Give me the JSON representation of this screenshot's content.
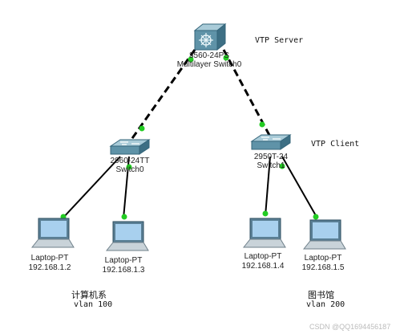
{
  "colors": {
    "link": "#000000",
    "port_up": "#22cc22",
    "switch_top": "#8fb8c8",
    "switch_side": "#4a7f95",
    "laptop_screen": "#9ec6e8",
    "laptop_frame": "#5a7f95"
  },
  "devices": {
    "multilayer": {
      "model": "3560-24PS",
      "name": "Multilayer Switch0",
      "icon": "multilayer-switch-icon"
    },
    "switch0": {
      "model": "2960-24TT",
      "name": "Switch0",
      "icon": "switch-icon"
    },
    "switch1": {
      "model": "2950T-24",
      "name": "Switch1",
      "icon": "switch-icon"
    },
    "laptop0": {
      "type": "Laptop-PT",
      "ip": "192.168.1.2",
      "icon": "laptop-icon"
    },
    "laptop1": {
      "type": "Laptop-PT",
      "ip": "192.168.1.3",
      "icon": "laptop-icon"
    },
    "laptop2": {
      "type": "Laptop-PT",
      "ip": "192.168.1.4",
      "icon": "laptop-icon"
    },
    "laptop3": {
      "type": "Laptop-PT",
      "ip": "192.168.1.5",
      "icon": "laptop-icon"
    }
  },
  "annotations": {
    "vtp_server": "VTP Server",
    "vtp_client": "VTP Client",
    "group_left_name": "计算机系",
    "group_left_vlan": "vlan 100",
    "group_right_name": "图书馆",
    "group_right_vlan": "vlan 200"
  },
  "watermark": "CSDN @QQ1694456187"
}
